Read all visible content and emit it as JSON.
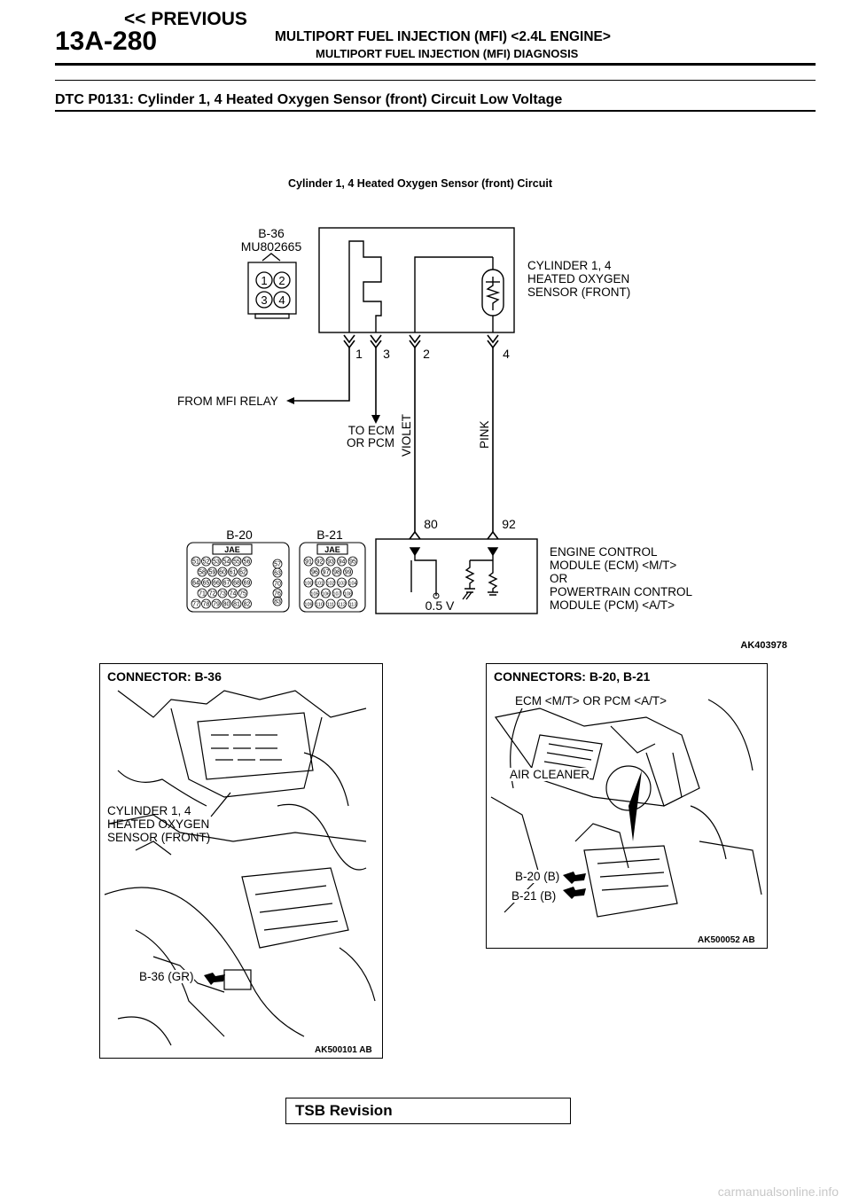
{
  "header": {
    "previous_link": "<< PREVIOUS",
    "page_number": "13A-280",
    "title": "MULTIPORT FUEL INJECTION (MFI) <2.4L ENGINE>",
    "subtitle": "MULTIPORT FUEL INJECTION (MFI) DIAGNOSIS"
  },
  "dtc_heading": "DTC P0131: Cylinder 1, 4 Heated Oxygen Sensor (front) Circuit Low Voltage",
  "diagram": {
    "title": "Cylinder 1, 4 Heated Oxygen Sensor (front) Circuit",
    "connector_b36": "B-36",
    "connector_b36_part": "MU802665",
    "connector_pins": [
      "1",
      "2",
      "3",
      "4"
    ],
    "sensor_label_lines": [
      "CYLINDER 1, 4",
      "HEATED OXYGEN",
      "SENSOR (FRONT)"
    ],
    "terminal_labels": [
      "1",
      "3",
      "2",
      "4"
    ],
    "from_relay": "FROM MFI RELAY",
    "to_ecm_lines": [
      "TO ECM",
      "OR PCM"
    ],
    "wire_violet": "VIOLET",
    "wire_pink": "PINK",
    "ecm_terminals": [
      "80",
      "92"
    ],
    "b20_label": "B-20",
    "b21_label": "B-21",
    "jae": "JAE",
    "b20_row1": [
      "51",
      "52",
      "53",
      "54",
      "55",
      "56"
    ],
    "b20_row2": [
      "58",
      "59",
      "60",
      "61",
      "62"
    ],
    "b20_row3": [
      "64",
      "65",
      "66",
      "67",
      "68",
      "69"
    ],
    "b20_row4": [
      "71",
      "72",
      "73",
      "74",
      "75"
    ],
    "b20_row5": [
      "77",
      "78",
      "79",
      "80",
      "81",
      "82"
    ],
    "b20_side": [
      "57",
      "63",
      "70",
      "76",
      "83"
    ],
    "b21_row1": [
      "91",
      "92",
      "93",
      "94",
      "95"
    ],
    "b21_row2": [
      "96",
      "97",
      "98",
      "99"
    ],
    "b21_row3": [
      "100",
      "101",
      "102",
      "103",
      "104"
    ],
    "b21_row4": [
      "105",
      "106",
      "107",
      "108"
    ],
    "b21_row5": [
      "109",
      "110",
      "111",
      "112",
      "113"
    ],
    "voltage": "0.5 V",
    "ecm_label_lines": [
      "ENGINE CONTROL",
      "MODULE (ECM) <M/T>",
      "OR",
      "POWERTRAIN CONTROL",
      "MODULE (PCM) <A/T>"
    ],
    "figure_code": "AK403978"
  },
  "photo_left": {
    "title": "CONNECTOR: B-36",
    "callout_lines": [
      "CYLINDER 1, 4",
      "HEATED OXYGEN",
      "SENSOR (FRONT)"
    ],
    "connector": "B-36 (GR)",
    "figure_code": "AK500101 AB"
  },
  "photo_right": {
    "title": "CONNECTORS: B-20, B-21",
    "ecm": "ECM <M/T> OR PCM <A/T>",
    "air_cleaner": "AIR CLEANER",
    "b20": "B-20 (B)",
    "b21": "B-21 (B)",
    "figure_code": "AK500052 AB"
  },
  "tsb": "TSB Revision",
  "footer": "carmanualsonline.info"
}
